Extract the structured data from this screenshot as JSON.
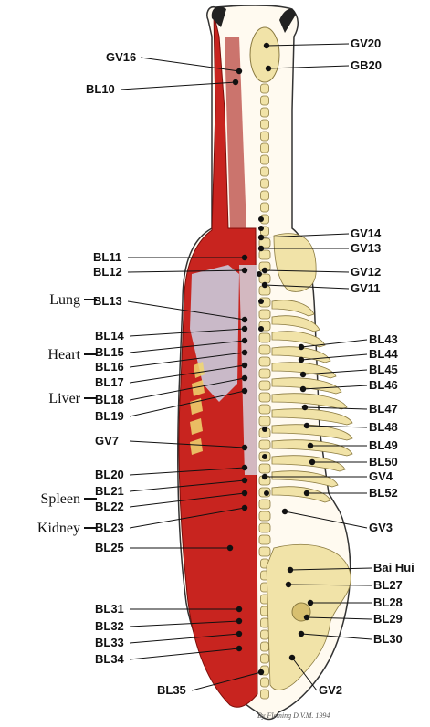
{
  "colors": {
    "muscle": "#c8241f",
    "muscle_dark": "#8f1410",
    "bone": "#f1e3a8",
    "bone_shade": "#d8c070",
    "fascia": "#c9d4e6",
    "ink": "#111111"
  },
  "organ_labels": [
    "Lung",
    "Heart",
    "Liver",
    "Spleen",
    "Kidney"
  ],
  "left_labels": [
    "GV16",
    "BL10",
    "BL11",
    "BL12",
    "BL13",
    "BL14",
    "BL15",
    "BL16",
    "BL17",
    "BL18",
    "BL19",
    "GV7",
    "BL20",
    "BL21",
    "BL22",
    "BL23",
    "BL25",
    "BL31",
    "BL32",
    "BL33",
    "BL34",
    "BL35"
  ],
  "right_labels": [
    "GV20",
    "GB20",
    "GV14",
    "GV13",
    "GV12",
    "GV11",
    "BL43",
    "BL44",
    "BL45",
    "BL46",
    "BL47",
    "BL48",
    "BL49",
    "BL50",
    "GV4",
    "BL52",
    "GV3",
    "Bai Hui",
    "BL27",
    "BL28",
    "BL29",
    "BL30",
    "GV2"
  ],
  "signature": "By Fleming D.V.M. 1994"
}
